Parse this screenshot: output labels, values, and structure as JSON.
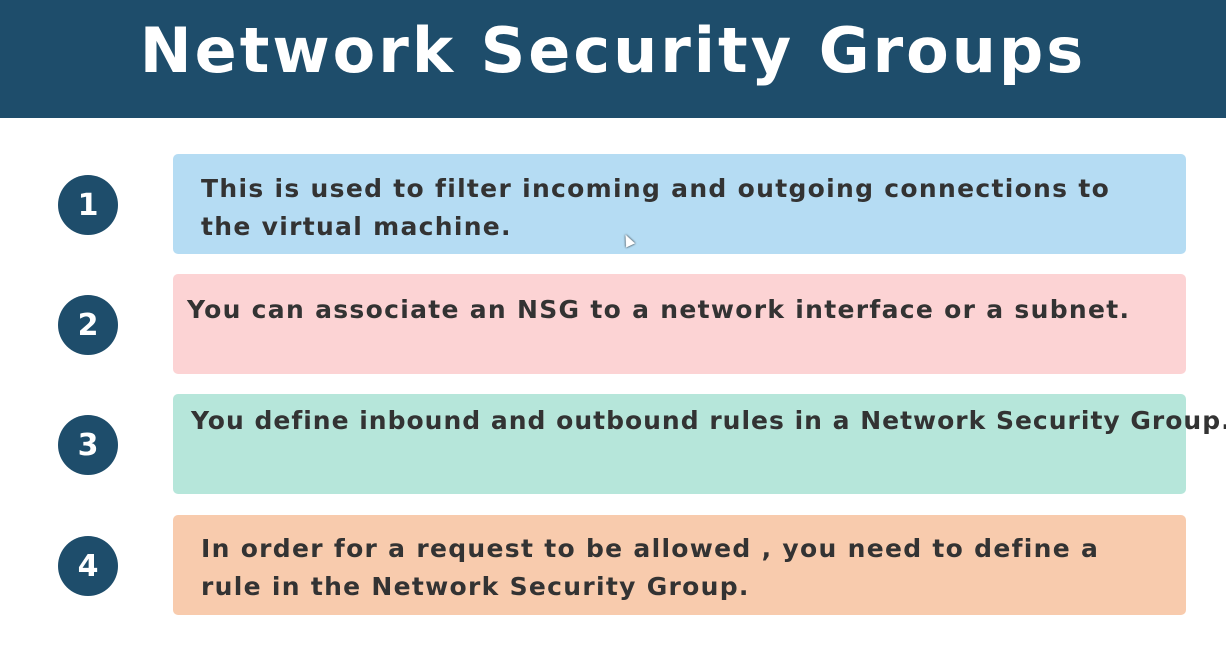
{
  "title": "Network Security Groups",
  "colors": {
    "header": "#1e4d6b",
    "box1": "#b5dcf3",
    "box2": "#fcd3d4",
    "box3": "#b6e6da",
    "box4": "#f8cbad"
  },
  "items": [
    {
      "number": "1",
      "text": "This is used to filter incoming and outgoing connections to the virtual machine."
    },
    {
      "number": "2",
      "text": "You can associate an NSG to a network interface or a subnet."
    },
    {
      "number": "3",
      "text": "You define inbound and outbound rules in a Network Security Group."
    },
    {
      "number": "4",
      "text": "In order for a request to be allowed , you need to define a rule in the Network Security Group."
    }
  ]
}
